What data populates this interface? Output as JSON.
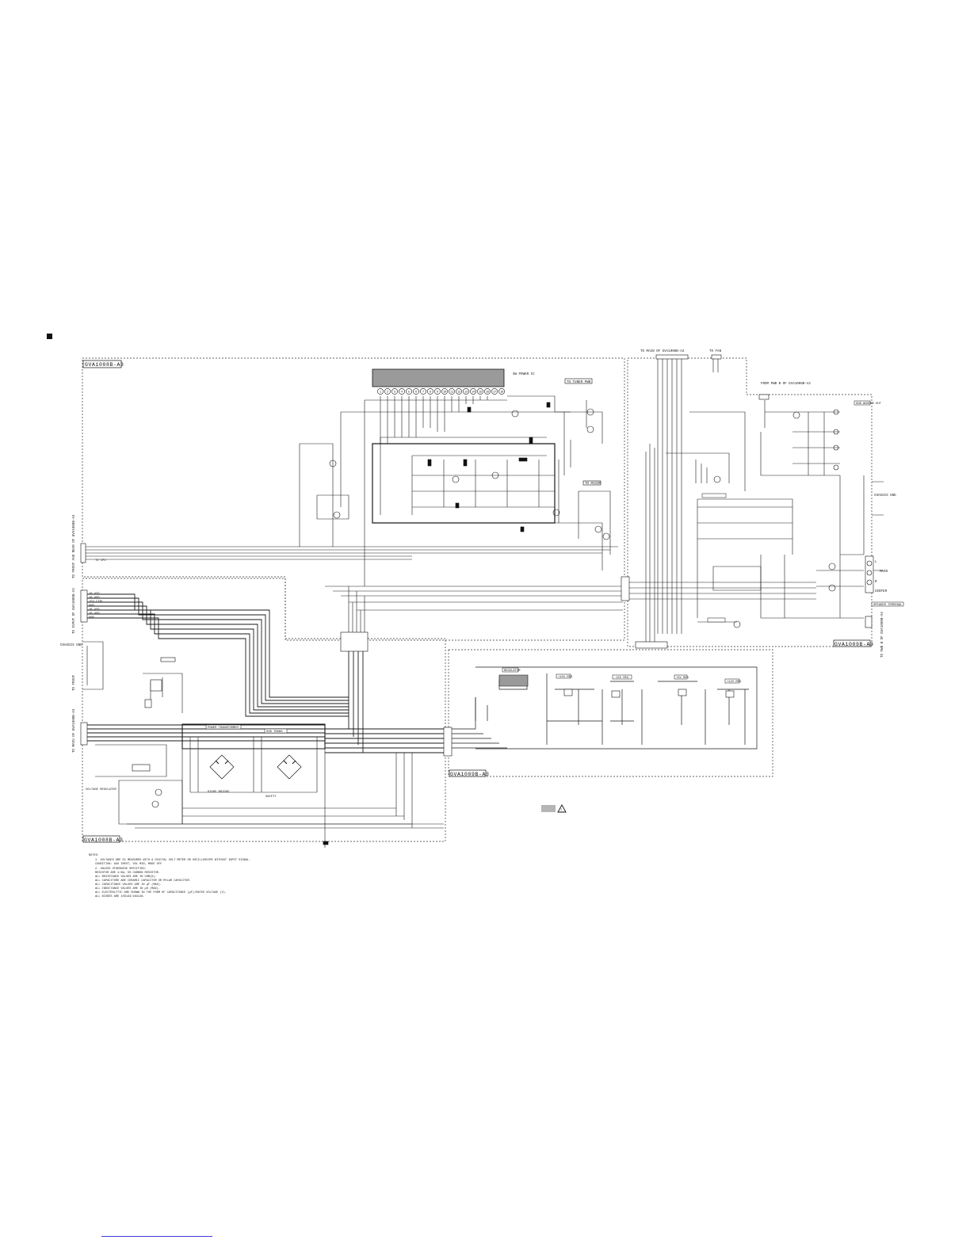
{
  "boards": {
    "top_left": "GVA1008B-A3",
    "top_right": "GVA1009B-A3",
    "bottom_left": "GVA1008B-A3",
    "bottom_right": "GVA1009B-A3"
  },
  "ic_pins": [
    "1",
    "2",
    "3",
    "4",
    "5",
    "6",
    "7",
    "8",
    "9",
    "10",
    "11",
    "12",
    "13",
    "14",
    "15",
    "16",
    "17",
    "18"
  ],
  "signals": {
    "top_left_labels": [
      "SW POWER IC",
      "TO TUNER PWB",
      "TO MICOM",
      "TO CPU"
    ],
    "top_right_labels": [
      "TO MAIN OF GVA1008B-A3",
      "TO FAN",
      "FROM PWB B OF GVA1008B-A3",
      "SUB WOOFER OUT",
      "CHASSIS GND",
      "MAIN",
      "L",
      "R",
      "CENTER",
      "SPEAKER TERMINAL",
      "TO PWB B OF GVA1008B-A3"
    ],
    "left_side_labels": [
      "TO FRONT AND REAR OF GVA1008B-A3",
      "TO INPUT OF GVA1008B-A3",
      "CHASSIS GND",
      "TO FRONT",
      "TO MAIN OF GVA1008B-A3"
    ],
    "connector_left_mid": [
      "+B VSS",
      "+B VDD",
      "+5V CTRL",
      "GND",
      "+B VSS",
      "+B VDD",
      "GND"
    ],
    "power_labels": [
      "POWER TRANSFORMER",
      "SUB TRANS",
      "DIODE BRIDGE",
      "VOLTAGE REGULATOR",
      "SAFETY"
    ],
    "bottom_right_labels": [
      "REGULATOR",
      "+15V REG",
      "-15V REG",
      "+5V REG",
      "+12V REG"
    ]
  },
  "caution_text": "",
  "notes": {
    "heading": "NOTES:",
    "lines": [
      "1. VOLTAGES ARE DC MEASURED WITH A DIGITAL VOLT METER OR OSCILLOSCOPE WITHOUT INPUT SIGNAL.",
      "   CONDITION:    AUX INPUT, VOL MIN, MODE OFF",
      "2. UNLESS OTHERWISE SPECIFIED:",
      "   RESISTOR ARE 1/4W, 5% CARBON RESISTOR.",
      "   ALL RESISTANCE VALUES ARE IN OHM(Ω).",
      "   ALL CAPACITORS ARE CERAMIC CAPACITOR OR MYLAR CAPACITOR.",
      "   ALL CAPACITANCE VALUES ARE IN μF (MAX).",
      "   ALL INDUCTANCE VALUES ARE IN μH (MAX).",
      "   ALL ELECTROLYTIC ARE SHOWN IN THE FORM OF CAPACITANCE (μF)/RATED VOLTAGE (V).",
      "   ALL DIODES ARE 1SS133/1N4148."
    ]
  },
  "colors": {
    "ink": "#1a1a1a",
    "ic_fill": "#9a9a9a",
    "warning_fill": "#b5b5b5",
    "link_rule": "#3b3bd6"
  }
}
